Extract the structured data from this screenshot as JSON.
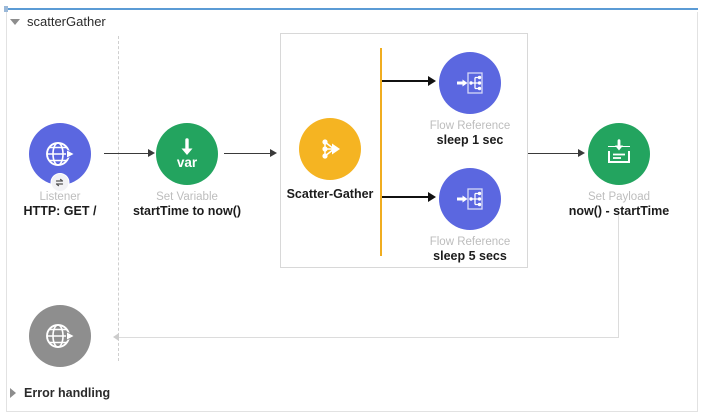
{
  "flow": {
    "name": "scatterGather",
    "expand_icon": "triangle-down-icon",
    "error_handling_label": "Error handling",
    "error_expand_icon": "triangle-right-icon"
  },
  "colors": {
    "listener_blue": "#5b67e0",
    "flowref_blue": "#5b67e0",
    "set_variable_green": "#23a45f",
    "set_payload_green": "#23a45f",
    "scatter_orange": "#f5b422",
    "error_gray": "#8e8e8e",
    "scatter_bar": "#f0ad20",
    "top_rule": "#5b9bd5",
    "type_label": "#bdbdbd",
    "config_label": "#1c1c1c"
  },
  "nodes": [
    {
      "id": "listener",
      "icon": "globe-arrow-icon",
      "type_label": "Listener",
      "config_label": "HTTP: GET /",
      "badge_icon": "http-connector-badge-icon"
    },
    {
      "id": "set-variable",
      "icon": "var-down-arrow-icon",
      "icon_text": "var",
      "type_label": "Set Variable",
      "config_label": "startTime to now()"
    },
    {
      "id": "scatter-gather",
      "icon": "scatter-gather-icon",
      "type_label": "",
      "config_label": "Scatter-Gather"
    },
    {
      "id": "flow-ref-1",
      "icon": "flow-reference-icon",
      "type_label": "Flow Reference",
      "config_label": "sleep 1 sec"
    },
    {
      "id": "flow-ref-2",
      "icon": "flow-reference-icon",
      "type_label": "Flow Reference",
      "config_label": "sleep 5 secs"
    },
    {
      "id": "set-payload",
      "icon": "set-payload-icon",
      "type_label": "Set Payload",
      "config_label": "now() - startTime"
    },
    {
      "id": "error-listener",
      "icon": "globe-arrow-icon",
      "type_label": "",
      "config_label": ""
    }
  ]
}
